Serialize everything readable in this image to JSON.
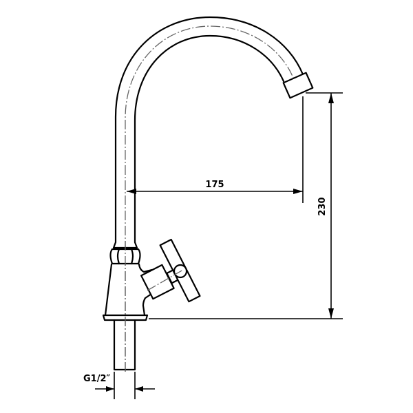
{
  "drawing": {
    "subject": "Faucet with swan-neck spout and cross handle",
    "colors": {
      "line": "#000000",
      "centerline": "#666666",
      "background": "#ffffff"
    }
  },
  "dimensions": {
    "reach": {
      "label": "175",
      "orientation": "horizontal"
    },
    "height": {
      "label": "230",
      "orientation": "vertical"
    },
    "thread": {
      "label": "G1/2″",
      "orientation": "horizontal"
    }
  }
}
